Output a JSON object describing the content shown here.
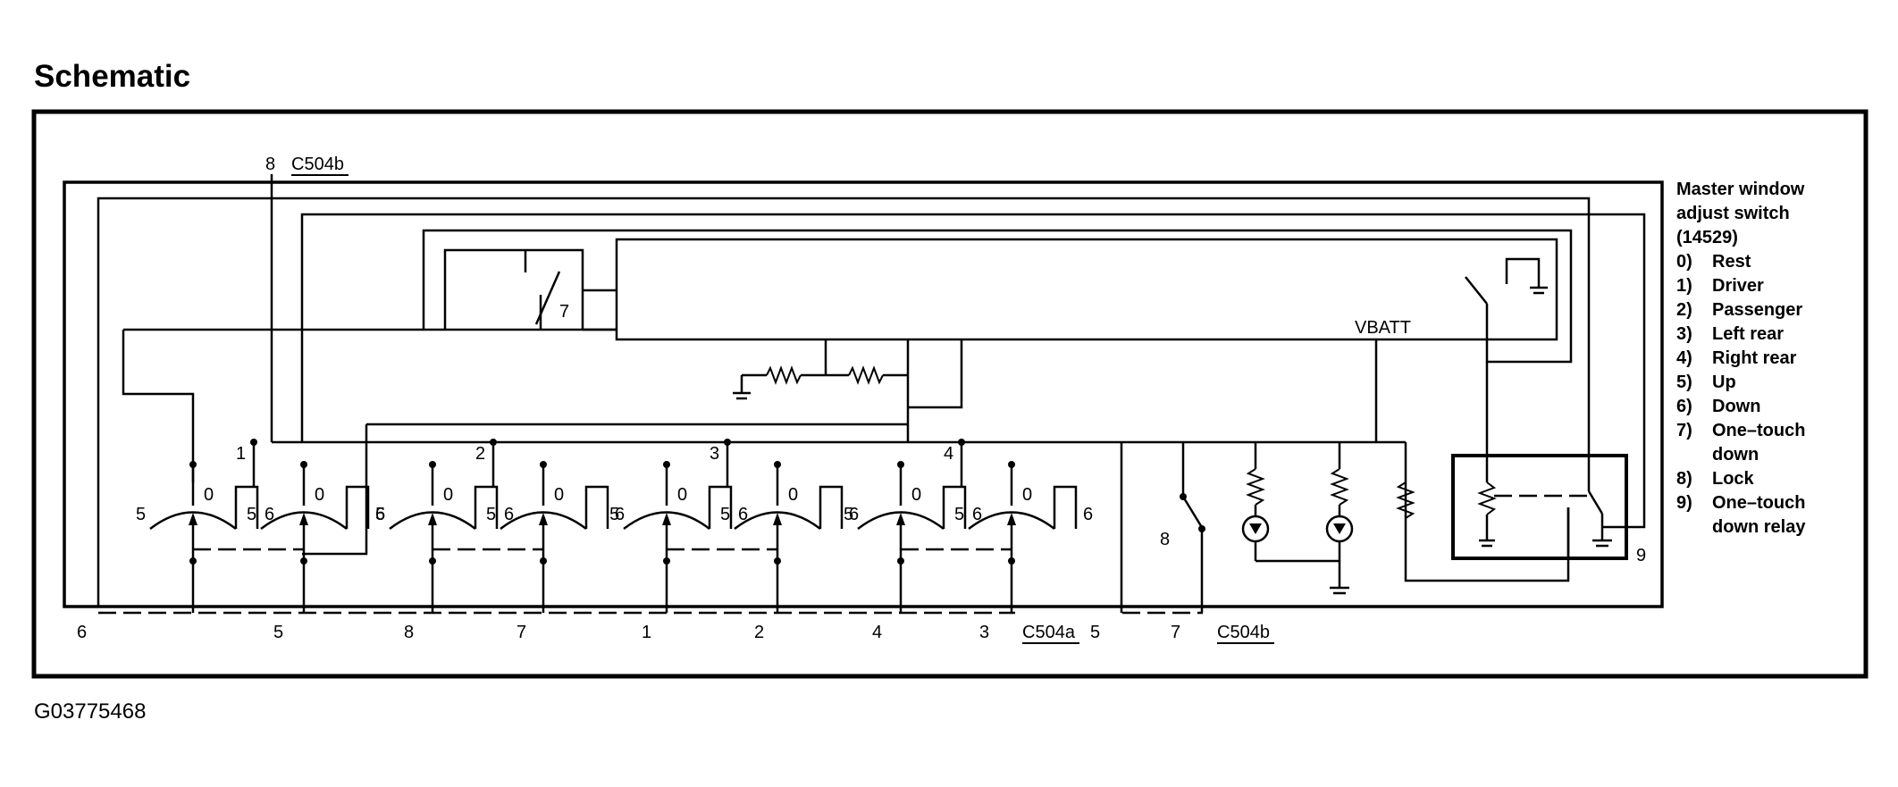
{
  "title": "Schematic",
  "figure_id": "G03775468",
  "connector_top": {
    "pin": "8",
    "name": "C504b"
  },
  "vbatt_label": "VBATT",
  "one_touch_switch_label": "7",
  "lock_switch_label": "8",
  "relay_label": "9",
  "switch_groups": [
    {
      "number": "1",
      "positions": [
        "5",
        "0",
        "6",
        "5",
        "0",
        "6"
      ]
    },
    {
      "number": "2",
      "positions": [
        "5",
        "0",
        "6",
        "5",
        "0",
        "6"
      ]
    },
    {
      "number": "3",
      "positions": [
        "5",
        "0",
        "6",
        "5",
        "0",
        "6"
      ]
    },
    {
      "number": "4",
      "positions": [
        "5",
        "0",
        "6",
        "5",
        "0",
        "6"
      ]
    }
  ],
  "bottom_pins": {
    "c504a": [
      "6",
      "5",
      "8",
      "7",
      "1",
      "2",
      "4",
      "3"
    ],
    "c504a_name": "C504a",
    "c504b": [
      "5",
      "7"
    ],
    "c504b_name": "C504b"
  },
  "legend": {
    "title_lines": [
      "Master window",
      "adjust switch",
      "(14529)"
    ],
    "items": [
      {
        "key": "0)",
        "lines": [
          "Rest"
        ]
      },
      {
        "key": "1)",
        "lines": [
          "Driver"
        ]
      },
      {
        "key": "2)",
        "lines": [
          "Passenger"
        ]
      },
      {
        "key": "3)",
        "lines": [
          "Left rear"
        ]
      },
      {
        "key": "4)",
        "lines": [
          "Right rear"
        ]
      },
      {
        "key": "5)",
        "lines": [
          "Up"
        ]
      },
      {
        "key": "6)",
        "lines": [
          "Down"
        ]
      },
      {
        "key": "7)",
        "lines": [
          "One–touch",
          "down"
        ]
      },
      {
        "key": "8)",
        "lines": [
          "Lock"
        ]
      },
      {
        "key": "9)",
        "lines": [
          "One–touch",
          "down relay"
        ]
      }
    ]
  }
}
